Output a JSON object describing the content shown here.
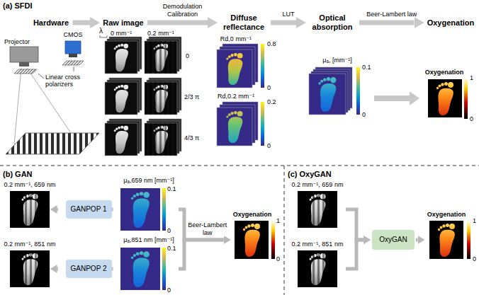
{
  "diagram": {
    "nodes": [
      {
        "text": [
          "Hardware"
        ]
      },
      {
        "text": [
          "Raw image"
        ]
      },
      {
        "text": [
          "Diffuse reflectance"
        ]
      },
      {
        "text": [
          "Optical absorption"
        ]
      },
      {
        "text": [
          "Oxygenation"
        ]
      },
      {
        "text": [
          "0.2 mm⁻¹, 659 nm"
        ]
      },
      {
        "text": [
          "GANPOP 1"
        ]
      },
      {
        "text": [
          "μₐ,659 nm [mm⁻¹]"
        ]
      },
      {
        "text": [
          "0.2 mm⁻¹, 851 nm"
        ]
      },
      {
        "text": [
          "GANPOP 2"
        ]
      },
      {
        "text": [
          "μₐ,851 nm [mm⁻¹]"
        ]
      },
      {
        "text": [
          "Oxygenation"
        ]
      },
      {
        "text": [
          "0.2 mm⁻¹, 659 nm"
        ]
      },
      {
        "text": [
          "0.2 mm⁻¹, 851 nm"
        ]
      },
      {
        "text": [
          "OxyGAN"
        ]
      },
      {
        "text": [
          "Oxygenation"
        ]
      }
    ],
    "edges": [
      {
        "from": 0,
        "to": 1,
        "arrow": "to"
      },
      {
        "from": 1,
        "to": 2,
        "label": "Demodulation Calibration",
        "arrow": "to"
      },
      {
        "from": 2,
        "to": 3,
        "label": "LUT",
        "arrow": "to"
      },
      {
        "from": 3,
        "to": 4,
        "label": "Beer-Lambert law",
        "arrow": "to"
      },
      {
        "from": 5,
        "to": 6,
        "arrow": "to"
      },
      {
        "from": 6,
        "to": 7,
        "arrow": "to"
      },
      {
        "from": 8,
        "to": 9,
        "arrow": "to"
      },
      {
        "from": 9,
        "to": 10,
        "arrow": "to"
      },
      {
        "from": 7,
        "to": 11,
        "label": "Beer-Lambert law",
        "arrow": "to"
      },
      {
        "from": 10,
        "to": 11,
        "arrow": "to"
      },
      {
        "from": 12,
        "to": 14,
        "arrow": "to"
      },
      {
        "from": 13,
        "to": 14,
        "arrow": "to"
      },
      {
        "from": 14,
        "to": 15,
        "arrow": "to"
      }
    ],
    "labels": [
      "(a) SFDI",
      "Projector",
      "CMOS",
      "Linear cross polarizers",
      "λ",
      "0 mm⁻¹",
      "0.2 mm⁻¹",
      "0",
      "2/3 π",
      "4/3 π",
      "Rd,0 mm⁻¹",
      "0.8",
      "0",
      "Rd,0.2 mm⁻¹",
      "0.2",
      "0",
      "μₐ, [mm⁻¹]",
      "0.1",
      "0",
      "Oxygenation",
      "1",
      "0",
      "(b) GAN",
      "0.1",
      "0",
      "0.1",
      "0",
      "1",
      "0",
      "(c) OxyGAN",
      "1",
      "0"
    ]
  }
}
